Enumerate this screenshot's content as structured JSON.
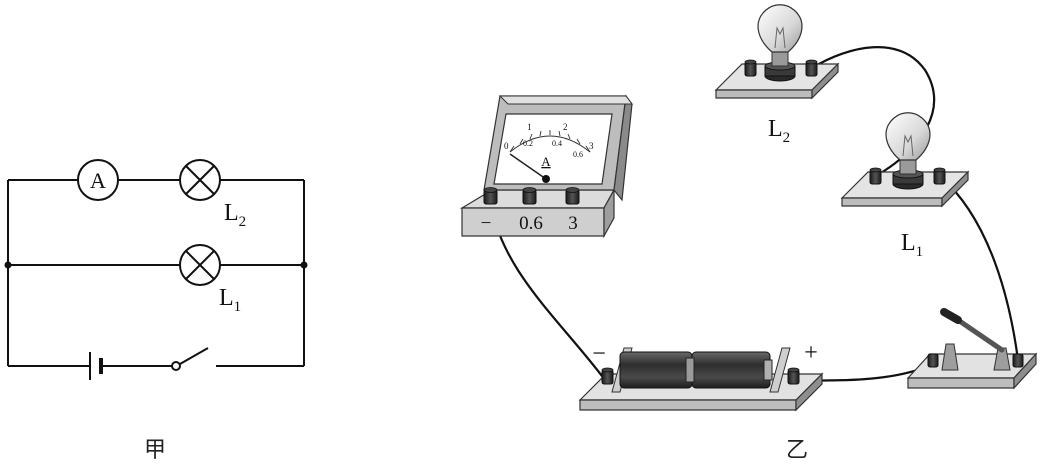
{
  "schematic": {
    "ammeter_symbol": "A",
    "lamp_top_label": {
      "letter": "L",
      "sub": "2"
    },
    "lamp_mid_label": {
      "letter": "L",
      "sub": "1"
    },
    "caption": "甲"
  },
  "apparatus": {
    "ammeter": {
      "unit": "A",
      "scale_top": [
        "0",
        "1",
        "2",
        "3"
      ],
      "scale_bottom": [
        "0.2",
        "0.4",
        "0.6"
      ],
      "terminal_labels": [
        "−",
        "0.6",
        "3"
      ]
    },
    "lamp_upper_label": {
      "letter": "L",
      "sub": "2"
    },
    "lamp_lower_label": {
      "letter": "L",
      "sub": "1"
    },
    "battery_minus": "−",
    "battery_plus": "+",
    "caption": "乙"
  },
  "colors": {
    "line": "#111111",
    "panel_light": "#e6e6e6",
    "panel_mid": "#c8c8c8",
    "panel_dark": "#8c8c8c",
    "battery_dark": "#3a3a3a"
  }
}
